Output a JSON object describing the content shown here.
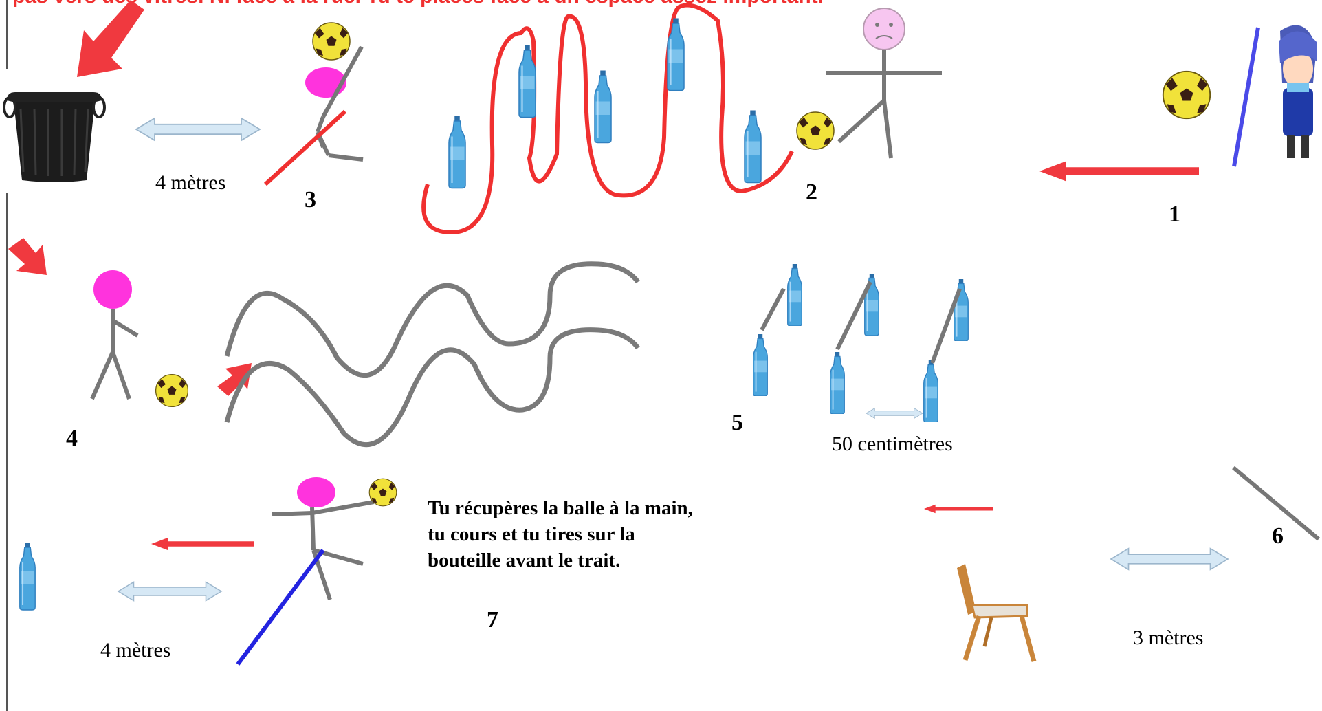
{
  "header": {
    "instruction": "pas vers des vitres. Ni face à la rue. Tu te places face à un espace assez important."
  },
  "stations": [
    {
      "number": "1"
    },
    {
      "number": "2"
    },
    {
      "number": "3",
      "distance_label": "4 mètres"
    },
    {
      "number": "4"
    },
    {
      "number": "5",
      "distance_label": "50 centimètres"
    },
    {
      "number": "6",
      "distance_label": "3 mètres"
    },
    {
      "number": "7",
      "distance_label": "4 mètres",
      "instruction_lines": [
        "Tu récupères la balle à la main,",
        "tu cours et tu tires sur la",
        "bouteille avant le trait."
      ]
    }
  ],
  "colors": {
    "arrow": "#f0393f",
    "path": "#f03030",
    "stick": "#777777",
    "wave": "#7a7a7a",
    "head_pink": "#ff33dd",
    "head_sad": "#f7c6f0",
    "line_blue": "#4a4ae8",
    "line_blue_dark": "#2323e0",
    "ball": "#f1e23a",
    "bottle": "#4aa6de",
    "measure_arrow": "#d6e8f5"
  },
  "icons": [
    "trash-bin-icon",
    "soccer-ball-icon",
    "water-bottle-icon",
    "chair-icon",
    "anime-character-icon",
    "stick-figure-icon"
  ]
}
